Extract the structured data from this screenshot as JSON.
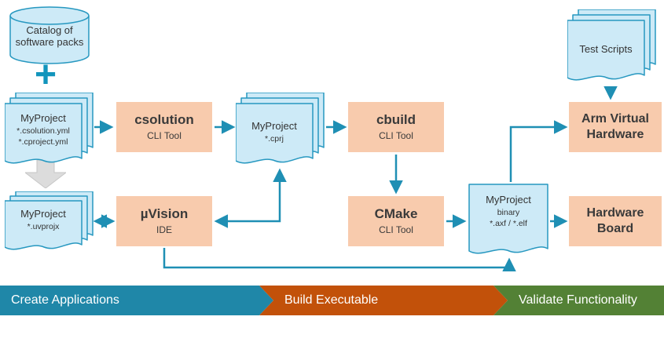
{
  "nodes": {
    "catalog": {
      "line1": "Catalog of",
      "line2": "software packs"
    },
    "plus_icon": "+",
    "project_yml": {
      "title": "MyProject",
      "sub1": "*.csolution.yml",
      "sub2": "*.cproject.yml"
    },
    "project_uvprojx": {
      "title": "MyProject",
      "sub1": "*.uvprojx"
    },
    "csolution": {
      "title": "csolution",
      "subtitle": "CLI Tool"
    },
    "project_cprj": {
      "title": "MyProject",
      "sub1": "*.cprj"
    },
    "cbuild": {
      "title": "cbuild",
      "subtitle": "CLI Tool"
    },
    "cmake": {
      "title": "CMake",
      "subtitle": "CLI Tool"
    },
    "uvision": {
      "title": "µVision",
      "subtitle": "IDE"
    },
    "binary": {
      "title": "MyProject",
      "sub1": "binary",
      "sub2": "*.axf / *.elf"
    },
    "test_scripts": {
      "title": "Test Scripts"
    },
    "avh": {
      "line1": "Arm Virtual",
      "line2": "Hardware"
    },
    "hardware_board": {
      "line1": "Hardware",
      "line2": "Board"
    }
  },
  "phases": [
    {
      "label": "Create Applications",
      "color": "#1f87a8"
    },
    {
      "label": "Build Executable",
      "color": "#c2510a"
    },
    {
      "label": "Validate Functionality",
      "color": "#538135"
    }
  ],
  "colors": {
    "doc_fill": "#cdeaf7",
    "doc_border": "#2798c0",
    "box_fill": "#f8cbad",
    "connector": "#1f8fb4",
    "gray_arrow": "#dcdcdc",
    "plus": "#1295bc",
    "text": "#3a3a3a"
  }
}
